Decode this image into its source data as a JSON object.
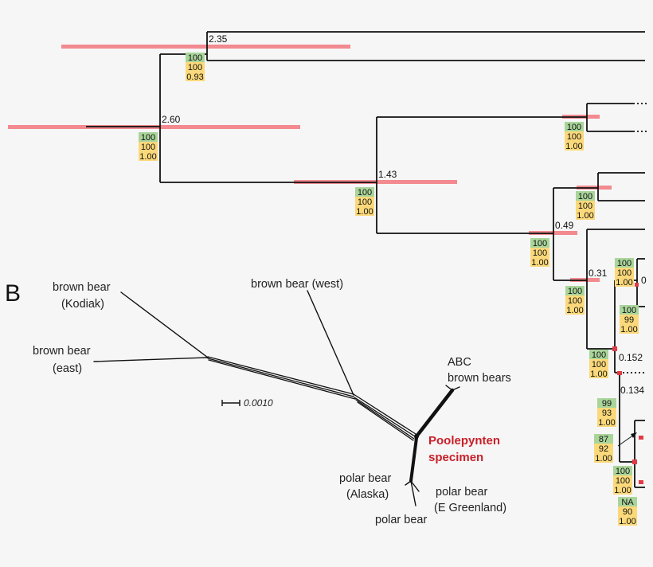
{
  "colors": {
    "branch": "#111111",
    "ci_bar": "#f28a90",
    "support_green": "#a9d59a",
    "support_yellow": "#fbd97a",
    "node_marker": "#e23b46",
    "highlight": "#c8202a"
  },
  "panel_b": {
    "panel_label": "B",
    "scale_label": "0.0010",
    "labels": {
      "kodiak_1": "brown bear",
      "kodiak_2": "(Kodiak)",
      "east_1": "brown bear",
      "east_2": "(east)",
      "west": "brown bear (west)",
      "abc_1": "ABC",
      "abc_2": "brown bears",
      "pool_1": "Poolepynten",
      "pool_2": "specimen",
      "alaska_1": "polar bear",
      "alaska_2": "(Alaska)",
      "egreen_1": "polar bear",
      "egreen_2": "(E Greenland)",
      "polar": "polar bear"
    }
  },
  "panel_a": {
    "node_ages": {
      "n1": "2.35",
      "n2": "2.60",
      "n3": "1.43",
      "n4": "0.49",
      "n5": "0.31",
      "n6": "0.152",
      "n7": "0.134",
      "n8": "0"
    },
    "support": {
      "s1": [
        "100",
        "100",
        "0.93"
      ],
      "s2": [
        "100",
        "100",
        "1.00"
      ],
      "s3": [
        "100",
        "100",
        "1.00"
      ],
      "s4": [
        "100",
        "100",
        "1.00"
      ],
      "s5": [
        "100",
        "100",
        "1.00"
      ],
      "s6": [
        "100",
        "100",
        "1.00"
      ],
      "s7": [
        "100",
        "100",
        "1.00"
      ],
      "s8": [
        "100",
        "100",
        "1.00"
      ],
      "s9": [
        "100",
        "99",
        "1.00"
      ],
      "s10": [
        "100",
        "100",
        "1.00"
      ],
      "s11": [
        "99",
        "93",
        "1.00"
      ],
      "s12": [
        "87",
        "92",
        "1.00"
      ],
      "s13": [
        "100",
        "100",
        "1.00"
      ],
      "s14": [
        "NA",
        "90",
        "1.00"
      ]
    }
  }
}
